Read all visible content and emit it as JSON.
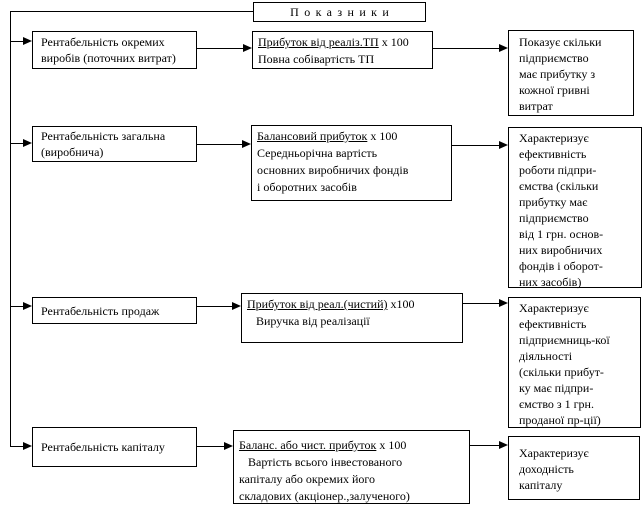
{
  "diagram": {
    "title": "Показники"
  },
  "rows": [
    {
      "indicator": "Рентабельність окремих\nвиробів (поточних витрат)",
      "formula": {
        "numerator": "Прибуток від реаліз.ТП",
        "multiplier": " x 100",
        "denominator": "Повна собівартість ТП"
      },
      "description": "Показує скільки\nпідприємство\nмає прибутку з\nкожної гривні\nвитрат"
    },
    {
      "indicator": "Рентабельність загальна\n(виробнича)",
      "formula": {
        "numerator": "Балансовий прибуток",
        "multiplier": " x 100",
        "denominator": "Середньорічна вартість\nосновних виробничих фондів\nі оборотних засобів"
      },
      "description": "Характеризує\nефективність\nроботи підпри-\nємства (скільки\nприбутку має\nпідприємство\nвід 1 грн. основ-\nних виробничих\nфондів і оборот-\nних засобів)"
    },
    {
      "indicator": "Рентабельність продаж",
      "formula": {
        "numerator": "Прибуток від реал.(чистий)",
        "multiplier": " x100",
        "denominator": "   Виручка від реалізації"
      },
      "description": "Характеризує\nефективність\nпідприємниць-кої\nдіяльності\n(скільки прибут-\nку має підпри-\nємство з 1 грн.\nпроданої пр-ції)"
    },
    {
      "indicator": "Рентабельність капіталу",
      "formula": {
        "numerator": "Баланс. або чист. прибуток",
        "multiplier": " x 100",
        "denominator": "   Вартість всього інвестованого\nкапіталу або окремих його\nскладових (акціонер.,залученого)"
      },
      "description": "Характеризує\nдоходність\nкапіталу"
    }
  ]
}
